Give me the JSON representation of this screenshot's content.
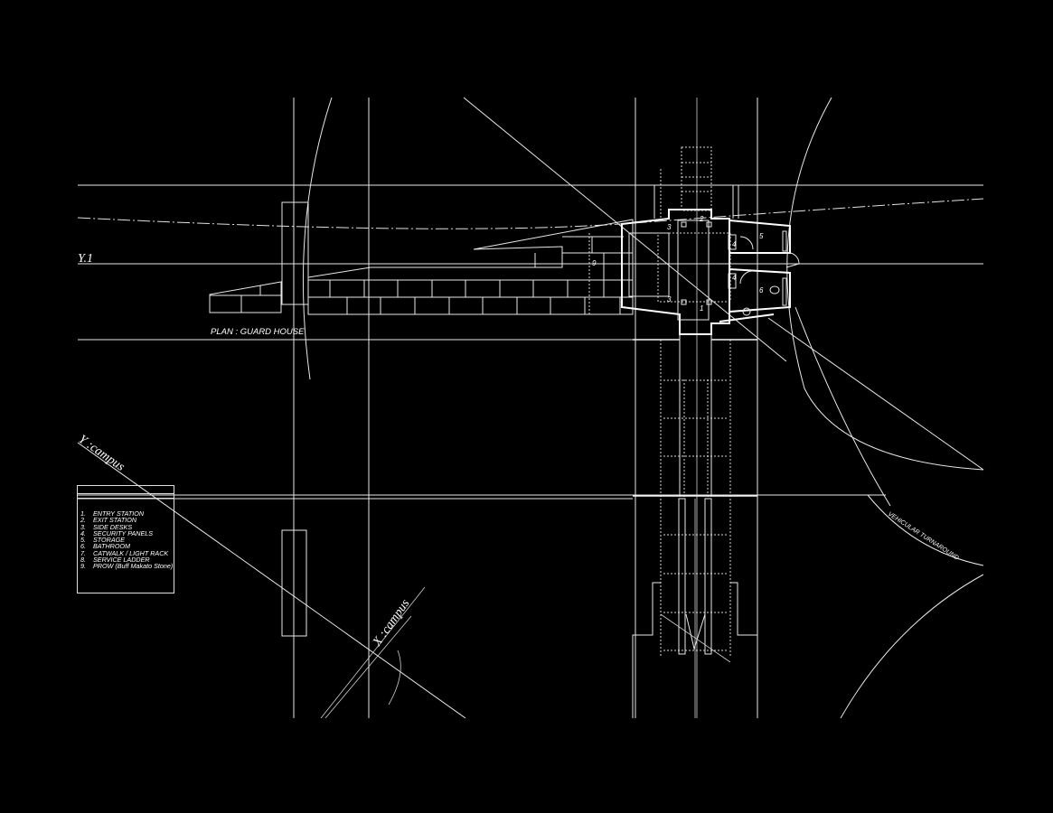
{
  "drawing": {
    "title": "PLAN : GUARD HOUSE",
    "background": "#000000",
    "line_color": "#e8e8e8",
    "axis_labels": {
      "y1": "Y.1",
      "y_campus": "Y :campus",
      "x_campus": "X :campus"
    },
    "annotations": {
      "vehicular_turnaround": "VEHICULAR TURNAROUND"
    },
    "room_numbers": [
      "1",
      "2",
      "3",
      "3",
      "4",
      "4",
      "5",
      "6",
      "9"
    ]
  },
  "legend": {
    "items": [
      {
        "num": "1.",
        "label": "ENTRY STATION"
      },
      {
        "num": "2.",
        "label": "EXIT STATION"
      },
      {
        "num": "3.",
        "label": "SIDE DESKS"
      },
      {
        "num": "4.",
        "label": "SECURITY PANELS"
      },
      {
        "num": "5.",
        "label": "STORAGE"
      },
      {
        "num": "6.",
        "label": "BATHROOM"
      },
      {
        "num": "7.",
        "label": "CATWALK / LIGHT RACK"
      },
      {
        "num": "8.",
        "label": "SERVICE LADDER"
      },
      {
        "num": "9.",
        "label": "PROW (Buff Makato Stone)"
      }
    ]
  }
}
